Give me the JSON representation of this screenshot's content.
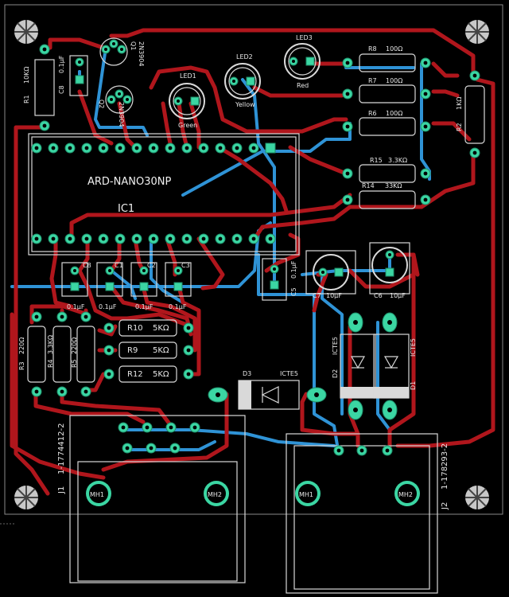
{
  "board": {
    "background": "#000000",
    "copper_top_color": "#b0161c",
    "copper_bottom_color": "#2f93d6",
    "pad_color": "#3bd6a3",
    "silkscreen_color": "#d9d9d9"
  },
  "labels": {
    "ic1_part": "ARD-NANO30NP",
    "ic1_ref": "IC1",
    "r1": "R1",
    "r1_val": "10KΩ",
    "c8_top": "C8",
    "c8_top_val": "0.1µF",
    "q1": "Q1",
    "q1_val": "2N3904",
    "q2": "Q2",
    "q2_val": "2N3904",
    "led1": "LED1",
    "led1_color": "Green",
    "led2": "LED2",
    "led2_color": "Yellow",
    "led3": "LED3",
    "led3_color": "Red",
    "r8": "R8",
    "r8_val": "100Ω",
    "r7": "R7",
    "r7_val": "100Ω",
    "r6": "R6",
    "r6_val": "100Ω",
    "r2": "R2",
    "r2_val": "1KΩ",
    "r15": "R15",
    "r15_val": "3.3KΩ",
    "r14": "R14",
    "r14_val": "33KΩ",
    "c8": "C8",
    "c1": "C1",
    "c2": "C2",
    "c3": "C3",
    "cap_val": "0.1µF",
    "c5": "C5",
    "c5_val": "0.1µF",
    "c7": "C7",
    "c7_val": "10µF",
    "c6": "C6",
    "c6_val": "10µF",
    "r3": "R3",
    "r3_val": "220Ω",
    "r4": "R4",
    "r4_val": "3.3KΩ",
    "r5": "R5",
    "r5_val": "220Ω",
    "r10": "R10",
    "r10_val": "5KΩ",
    "r9": "R9",
    "r9_val": "5KΩ",
    "r12": "R12",
    "r12_val": "5KΩ",
    "d3": "D3",
    "d3_val": "ICTE5",
    "d2": "D2",
    "d2_val": "ICTE5",
    "d1": "D1",
    "d1_val": "ICTE5",
    "j1": "J1",
    "j1_val": "1-1774412-2",
    "j2": "J2",
    "j2_val": "1-178293-2",
    "mh1": "MH1",
    "mh2": "MH2",
    "mh3": "MH1",
    "mh4": "MH2"
  }
}
